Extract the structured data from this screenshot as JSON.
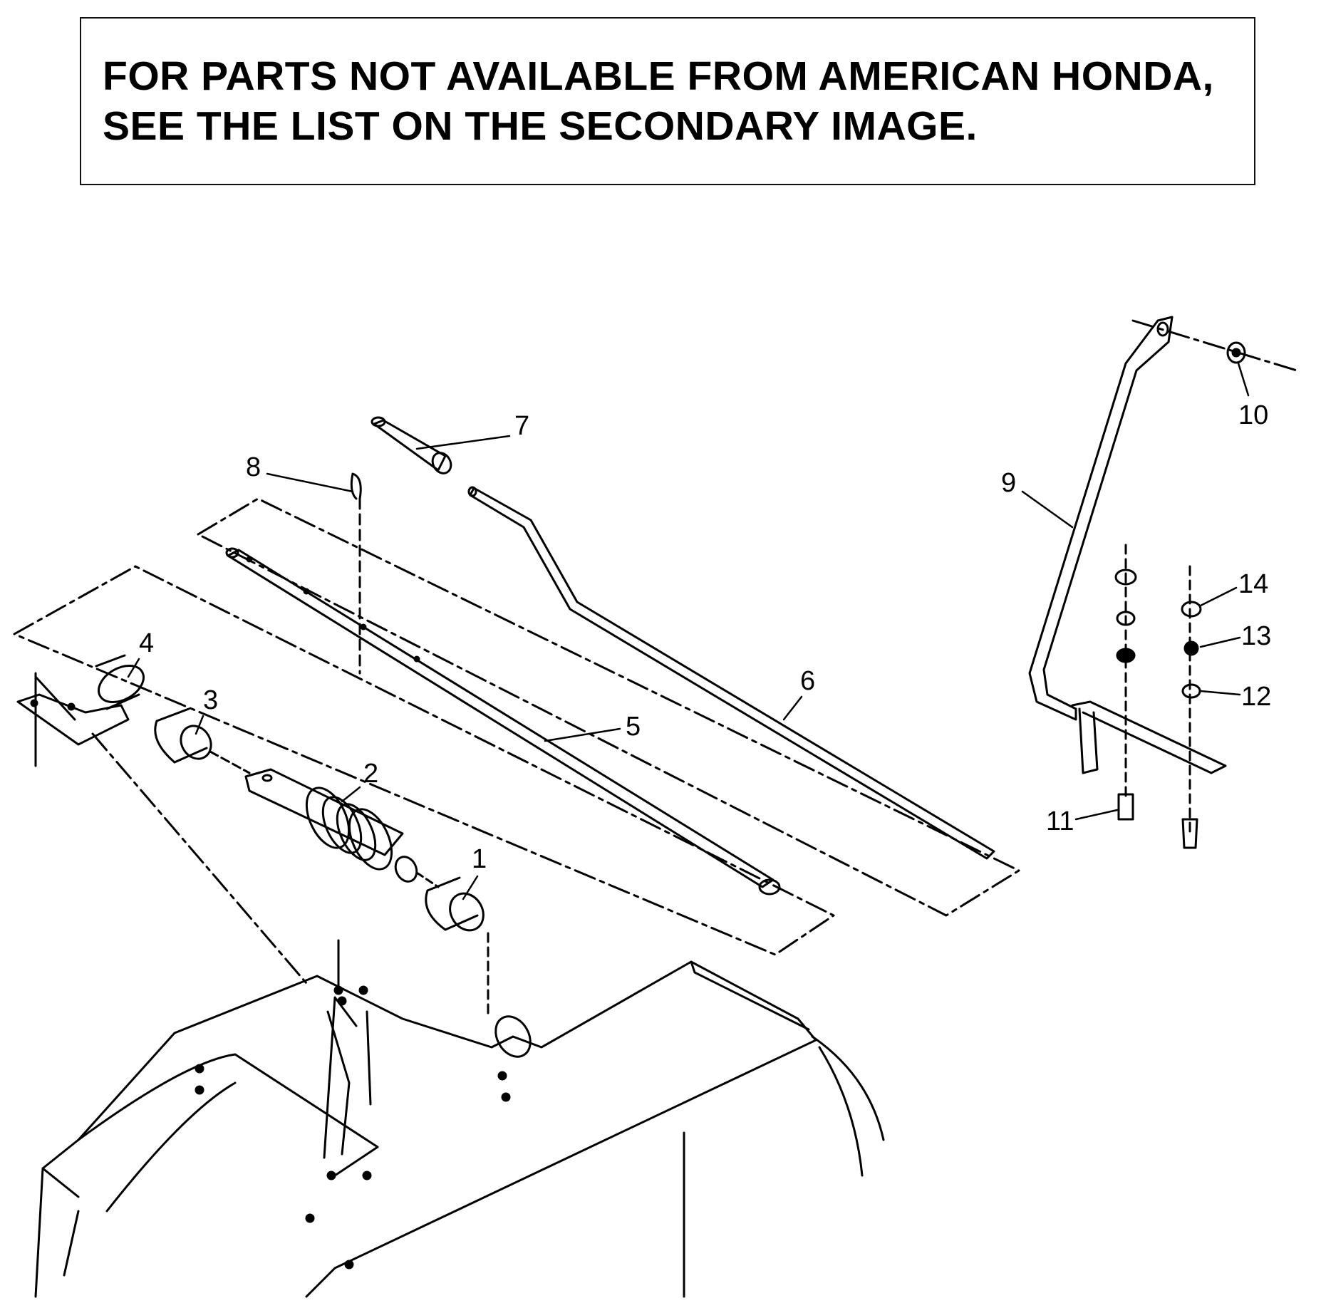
{
  "notice": {
    "line1": "FOR PARTS NOT AVAILABLE FROM AMERICAN HONDA,",
    "line2": "SEE THE LIST ON THE SECONDARY IMAGE."
  },
  "callouts": {
    "c1": "1",
    "c2": "2",
    "c3": "3",
    "c4": "4",
    "c5": "5",
    "c6": "6",
    "c7": "7",
    "c8": "8",
    "c9": "9",
    "c10": "10",
    "c11": "11",
    "c12": "12",
    "c13": "13",
    "c14": "14"
  }
}
